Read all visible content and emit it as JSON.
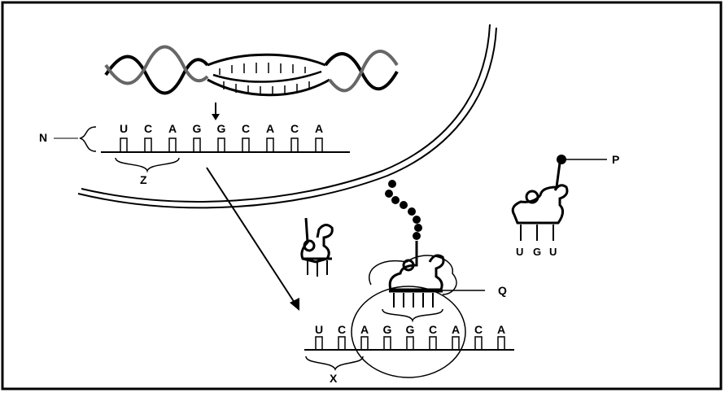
{
  "labels": {
    "N": "N",
    "Z": "Z",
    "P": "P",
    "Q": "Q",
    "X": "X"
  },
  "nucleus_strand": {
    "bases": [
      "U",
      "C",
      "A",
      "G",
      "G",
      "C",
      "A",
      "C",
      "A"
    ]
  },
  "ribosome_strand": {
    "bases": [
      "U",
      "C",
      "A",
      "G",
      "G",
      "C",
      "A",
      "C",
      "A"
    ]
  },
  "free_trna_anticodon": [
    "U",
    "G",
    "U"
  ]
}
